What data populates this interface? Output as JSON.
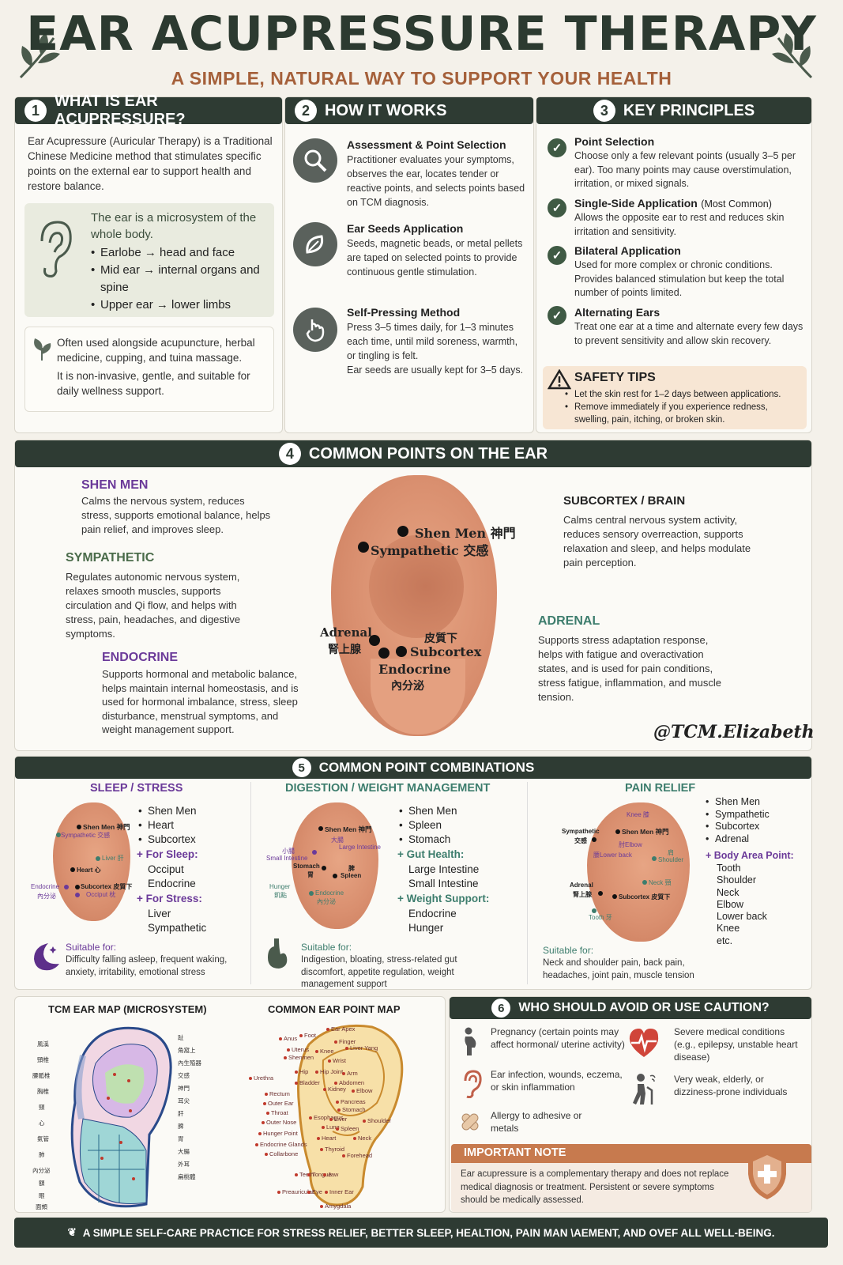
{
  "header": {
    "title": "EAR ACUPRESSURE THERAPY",
    "subtitle": "A SIMPLE, NATURAL WAY TO SUPPORT YOUR HEALTH"
  },
  "s1": {
    "num": "1",
    "title": "WHAT IS EAR ACUPRESSURE?",
    "intro": "Ear Acupressure (Auricular Therapy) is a Traditional Chinese Medicine method that stimulates specific points on the external ear to support health and restore balance.",
    "micro_title": "The ear is a microsystem of the whole body.",
    "micro_items": [
      "Earlobe → head and face",
      "Mid ear → internal organs and spine",
      "Upper ear → lower limbs"
    ],
    "note1": "Often used alongside acupuncture, herbal medicine, cupping, and tuina massage.",
    "note2": "It is non-invasive, gentle, and suitable for daily wellness support."
  },
  "s2": {
    "num": "2",
    "title": "HOW IT WORKS",
    "items": [
      {
        "title": "Assessment & Point Selection",
        "text": "Practitioner evaluates your symptoms, observes the ear, locates tender or reactive points, and selects points based on TCM diagnosis.",
        "icon": "magnifier-icon"
      },
      {
        "title": "Ear Seeds Application",
        "text": "Seeds, magnetic beads, or metal pellets are taped on selected points to provide continuous gentle stimulation.",
        "icon": "seed-icon"
      },
      {
        "title": "Self-Pressing Method",
        "text": "Press 3–5 times daily, for 1–3 minutes each time, until mild soreness, warmth, or tingling is felt.",
        "extra": "Ear seeds are usually kept for 3–5 days.",
        "icon": "hand-press-icon"
      }
    ]
  },
  "s3": {
    "num": "3",
    "title": "KEY PRINCIPLES",
    "items": [
      {
        "title": "Point Selection",
        "tag": "",
        "text": "Choose only a few relevant points (usually 3–5 per ear). Too many points may cause overstimulation, irritation, or mixed signals."
      },
      {
        "title": "Single-Side Application",
        "tag": "(Most Common)",
        "text": "Allows the opposite ear to rest and reduces skin irritation and sensitivity."
      },
      {
        "title": "Bilateral Application",
        "tag": "",
        "text": "Used for more complex or chronic conditions. Provides balanced stimulation but keep the total number of points limited."
      },
      {
        "title": "Alternating Ears",
        "tag": "",
        "text": "Treat one ear at a time and alternate every few days to prevent sensitivity and allow skin recovery."
      }
    ],
    "safety_title": "SAFETY TIPS",
    "safety": [
      "Let the skin rest for 1–2 days between applications.",
      "Remove immediately if you experience redness, swelling, pain, itching, or broken skin."
    ]
  },
  "s4": {
    "num": "4",
    "title": "COMMON POINTS ON THE EAR",
    "shenmen": {
      "title": "SHEN MEN",
      "text": "Calms the nervous system, reduces stress, supports emotional balance, helps pain relief, and improves sleep."
    },
    "sympathetic": {
      "title": "SYMPATHETIC",
      "text": "Regulates autonomic nervous system, relaxes smooth muscles, supports circulation and Qi flow, and helps with stress, pain, headaches, and digestive symptoms."
    },
    "endocrine": {
      "title": "ENDOCRINE",
      "text": "Supports hormonal and metabolic balance, helps maintain internal homeostasis, and is used for hormonal imbalance, stress, sleep disturbance, menstrual symptoms, and weight management support."
    },
    "subcortex": {
      "title": "SUBCORTEX / BRAIN",
      "text": "Calms central nervous system activity, reduces sensory overreaction, supports relaxation and sleep, and helps modulate pain perception."
    },
    "adrenal": {
      "title": "ADRENAL",
      "text": "Supports stress adaptation response, helps with fatigue and overactivation states, and is used for pain conditions, stress fatigue, inflammation, and muscle tension."
    },
    "ear_labels": {
      "shenmen": "Shen Men 神門",
      "sympathetic": "Sympathetic 交感",
      "adrenal": "Adrenal",
      "adrenal_cn": "腎上腺",
      "subcortex_cn": "皮質下",
      "subcortex": "Subcortex",
      "endocrine": "Endocrine",
      "endocrine_cn": "內分泌"
    },
    "watermark": "@TCM.Elizabeth"
  },
  "s5": {
    "num": "5",
    "title": "COMMON POINT COMBINATIONS",
    "sleep": {
      "title": "SLEEP / STRESS",
      "points": [
        "Shen Men",
        "Heart",
        "Subcortex"
      ],
      "sleep_label": "+ For Sleep:",
      "sleep_points": [
        "Occiput",
        "Endocrine"
      ],
      "stress_label": "+ For Stress:",
      "stress_points": [
        "Liver",
        "Sympathetic"
      ],
      "suitable_label": "Suitable for:",
      "suitable": "Difficulty falling asleep, frequent waking, anxiety, irritability, emotional stress",
      "ear": {
        "shenmen": "Shen Men 神門",
        "sympathetic": "Sympathetic 交感",
        "liver": "Liver 肝",
        "heart": "Heart 心",
        "endocrine": "Endocrine",
        "endocrine_cn": "內分泌",
        "subcortex": "Subcortex 皮質下",
        "occiput": "Occiput 枕"
      }
    },
    "digestion": {
      "title": "DIGESTION / WEIGHT MANAGEMENT",
      "points": [
        "Shen Men",
        "Spleen",
        "Stomach"
      ],
      "gut_label": "+ Gut Health:",
      "gut_points": [
        "Large Intestine",
        "Small Intestine"
      ],
      "weight_label": "+ Weight Support:",
      "weight_points": [
        "Endocrine",
        "Hunger"
      ],
      "suitable_label": "Suitable for:",
      "suitable": "Indigestion, bloating, stress-related gut discomfort, appetite regulation, weight management support",
      "ear": {
        "shenmen": "Shen Men 神門",
        "large": "大腸",
        "large_en": "Large Intestine",
        "small": "小腸",
        "small_en": "Small Intestine",
        "stomach": "Stomach",
        "stomach_cn": "胃",
        "spleen_cn": "脾",
        "spleen": "Spleen",
        "hunger": "Hunger",
        "hunger_cn": "飢點",
        "endocrine": "Endocrine",
        "endocrine_cn": "內分泌"
      }
    },
    "pain": {
      "title": "PAIN RELIEF",
      "points": [
        "Shen Men",
        "Sympathetic",
        "Subcortex",
        "Adrenal"
      ],
      "body_label": "+ Body Area Point:",
      "body_points": [
        "Tooth",
        "Shoulder",
        "Neck",
        "Elbow",
        "Lower back",
        "Knee",
        "etc."
      ],
      "suitable_label": "Suitable for:",
      "suitable": "Neck and shoulder pain, back pain, headaches, joint pain, muscle tension",
      "ear": {
        "knee": "Knee 膝",
        "sympathetic": "Sympathetic",
        "sympathetic_cn": "交感",
        "shenmen": "Shen Men 神門",
        "elbow": "肘Elbow",
        "lowerback": "腰Lower back",
        "shoulder_cn": "肩",
        "shoulder": "Shoulder",
        "neck": "Neck 頸",
        "adrenal": "Adrenal",
        "adrenal_cn": "腎上腺",
        "subcortex": "Subcortex 皮質下",
        "tooth": "Tooth 牙"
      }
    }
  },
  "maps": {
    "tcm_title": "TCM EAR MAP (MICROSYSTEM)",
    "common_title": "COMMON EAR POINT MAP",
    "tcm_left": [
      "風溪",
      "頸椎",
      "腰骶椎",
      "胸椎",
      "頸",
      "心",
      "氣管",
      "肺",
      "內分泌",
      "額",
      "眼",
      "面頰"
    ],
    "tcm_right": [
      "趾",
      "角窩上",
      "內生殖器",
      "交感",
      "神門",
      "耳尖",
      "肝",
      "脾",
      "胃",
      "大腸",
      "外耳",
      "扁桃體"
    ],
    "common": [
      "Ear Apex",
      "Anus",
      "Foot",
      "Finger",
      "Uterus",
      "Knee",
      "Liver Yang",
      "Shenmen",
      "Wrist",
      "Hip",
      "Hip Joint",
      "Arm",
      "Urethra",
      "Bladder",
      "Abdomen",
      "Rectum",
      "Kidney",
      "Elbow",
      "Outer Ear",
      "Pancreas",
      "Throat",
      "Stomach",
      "Outer Nose",
      "Esophagus",
      "Liver",
      "Shoulder",
      "Hunger Point",
      "Lung",
      "Spleen",
      "Endocrine Glands",
      "Heart",
      "Neck",
      "Collarbone",
      "Thyroid",
      "Forehead",
      "Teeth",
      "Tongue",
      "Jaw",
      "Preauricular",
      "Eye",
      "Inner Ear",
      "Amygdala"
    ]
  },
  "s6": {
    "num": "6",
    "title": "WHO SHOULD AVOID OR USE CAUTION?",
    "items": [
      {
        "text": "Pregnancy (certain points may affect hormonal/ uterine activity)",
        "icon": "pregnancy-icon"
      },
      {
        "text": "Severe medical conditions (e.g., epilepsy, unstable heart disease)",
        "icon": "heart-pulse-icon"
      },
      {
        "text": "Ear infection, wounds, eczema, or skin inflammation",
        "icon": "ear-icon"
      },
      {
        "text": "Very weak, elderly, or dizziness-prone individuals",
        "icon": "elderly-icon"
      },
      {
        "text": "Allergy to adhesive or metals",
        "icon": "bandage-icon"
      }
    ],
    "note_title": "IMPORTANT NOTE",
    "note": "Ear acupressure is a complementary therapy and does not replace medical diagnosis or treatment. Persistent or severe symptoms should be medically assessed."
  },
  "footer": "A SIMPLE SELF-CARE PRACTICE FOR STRESS RELIEF, BETTER SLEEP, HEALTION, PAIN MAN \\AEMENT, AND OVEF ALL WELL-BEING.",
  "colors": {
    "dark_green": "#2e3b33",
    "accent_orange": "#a5603a",
    "purple": "#6b3a99",
    "teal": "#3d7d6d",
    "note_orange": "#c77a4e"
  }
}
